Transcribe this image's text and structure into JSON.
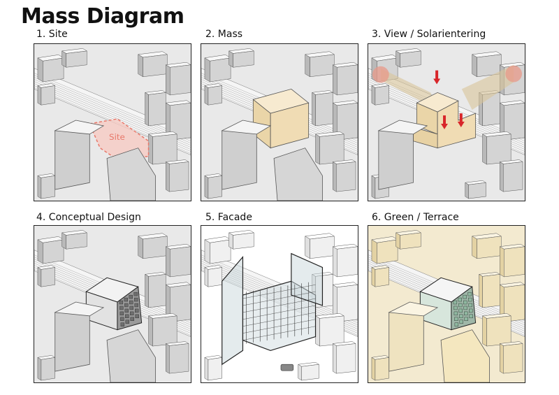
{
  "title": "Mass Diagram",
  "panels": [
    {
      "label": "1. Site",
      "annotation": "Site"
    },
    {
      "label": "2. Mass"
    },
    {
      "label": "3. View /  Solarientering"
    },
    {
      "label": "4. Conceptual Design"
    },
    {
      "label": "5. Facade"
    },
    {
      "label": "6. Green / Terrace"
    }
  ],
  "colors": {
    "site_fill": "#f7c8c0",
    "site_outline": "#e8786a",
    "mass_fill": "#f0dcb4",
    "view_cone": "#d8c49a",
    "sun_circle": "#e89a8a",
    "arrow_red": "#d8262a",
    "green_tint": "#fbf1cf",
    "terrace_green": "#8fb8a0",
    "glass": "#c9d8dc"
  }
}
